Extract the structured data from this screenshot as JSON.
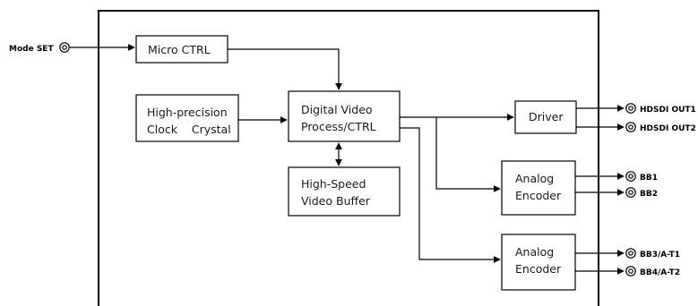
{
  "blocks": {
    "micro_ctrl": "Micro CTRL",
    "clock": [
      "High-precision",
      "Clock    Crystal"
    ],
    "dvp": [
      "Digital Video",
      "Process/CTRL"
    ],
    "buffer": [
      "High-Speed",
      "Video Buffer"
    ],
    "driver": "Driver",
    "encoder1": [
      "Analog",
      "Encoder"
    ],
    "encoder2": [
      "Analog",
      "Encoder"
    ]
  },
  "inputs": {
    "mode_set": "Mode SET"
  },
  "outputs": {
    "hdsdi_out1": "HDSDI OUT1",
    "hdsdi_out2": "HDSDI OUT2",
    "bb1": "BB1",
    "bb2": "BB2",
    "bb3": "BB3/A-T1",
    "bb4": "BB4/A-T2"
  }
}
